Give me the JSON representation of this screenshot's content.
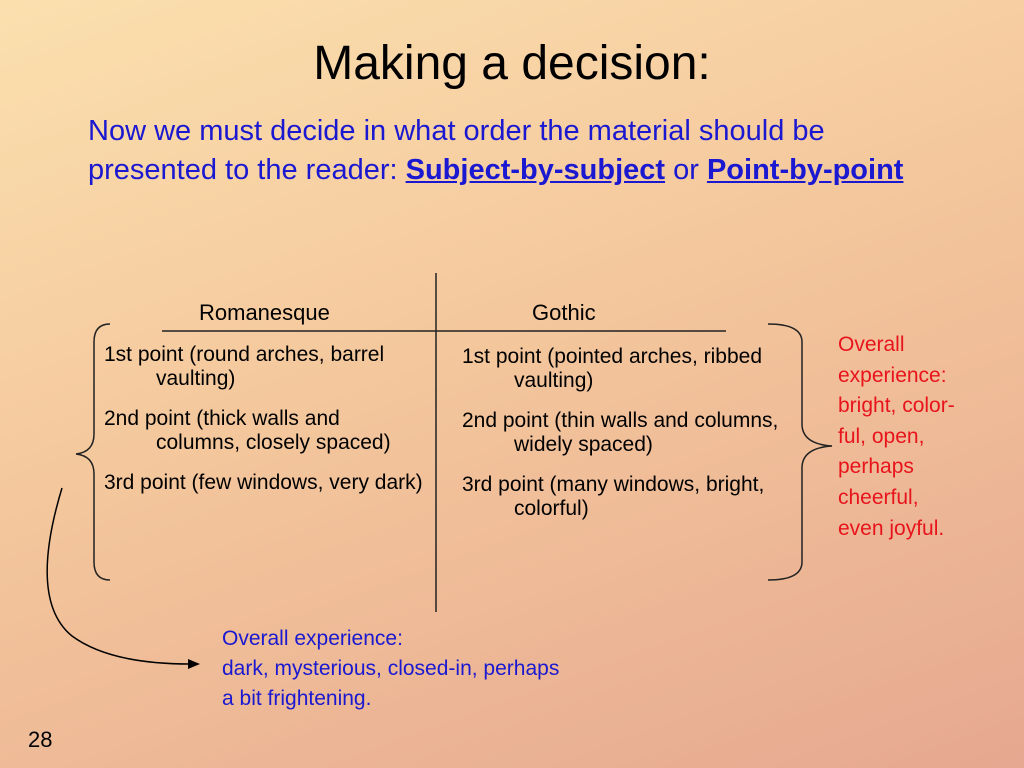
{
  "slide": {
    "title": "Making a decision:",
    "intro": {
      "part1": "Now we must decide in what order the material should be presented to the reader: ",
      "term1": "Subject-by-subject",
      "connector": " or ",
      "term2": "Point-by-point"
    },
    "columns": {
      "left_header": "Romanesque",
      "right_header": "Gothic"
    },
    "left_points": [
      "1st point (round arches, barrel vaulting)",
      "2nd point (thick walls and columns, closely spaced)",
      "3rd point (few windows, very dark)"
    ],
    "right_points": [
      "1st point (pointed arches, ribbed vaulting)",
      "2nd point (thin walls and columns, widely spaced)",
      "3rd point (many windows, bright, colorful)"
    ],
    "right_summary_lines": [
      "Overall",
      "experience:",
      "bright, color-",
      "ful, open,",
      "perhaps",
      "cheerful,",
      "even joyful."
    ],
    "bottom_summary_lines": [
      "Overall experience:",
      "dark, mysterious, closed-in, perhaps",
      "a bit frightening."
    ],
    "page_number": "28"
  },
  "colors": {
    "title_text": "#000000",
    "intro_text": "#1a18d0",
    "right_summary_text": "#e8141c",
    "bottom_summary_text": "#1a18d0"
  }
}
